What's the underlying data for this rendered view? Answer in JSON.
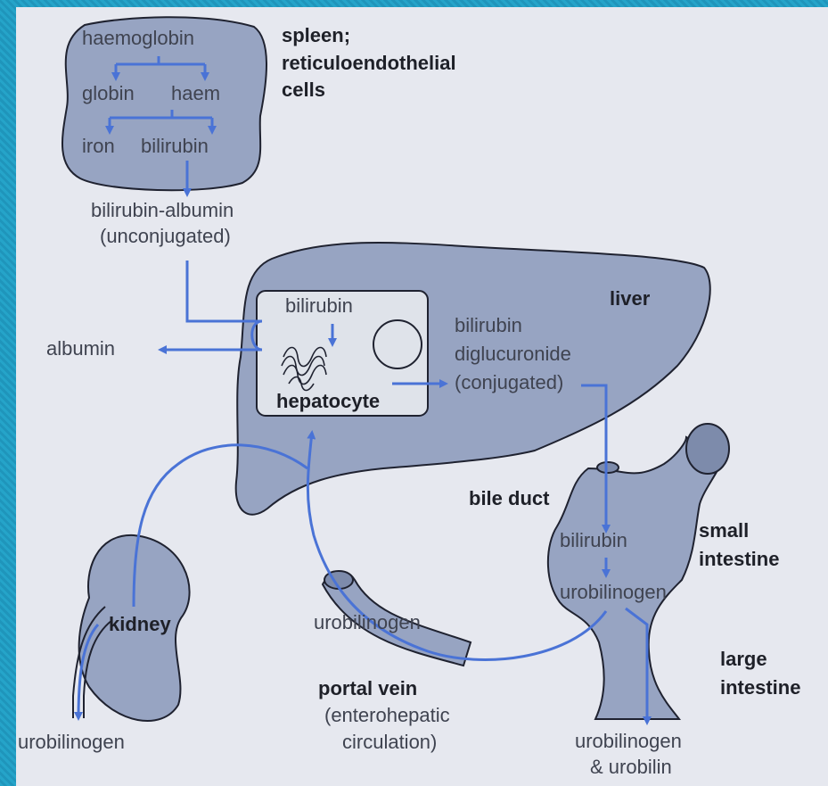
{
  "spleen": {
    "title_line1": "spleen;",
    "title_line2": "reticuloendothelial",
    "title_line3": "cells",
    "haemoglobin": "haemoglobin",
    "globin": "globin",
    "haem": "haem",
    "iron": "iron",
    "bilirubin": "bilirubin"
  },
  "transport": {
    "complex_line1": "bilirubin-albumin",
    "complex_line2": "(unconjugated)",
    "albumin": "albumin"
  },
  "liver": {
    "title": "liver",
    "cell_bilirubin": "bilirubin",
    "hepatocyte": "hepatocyte",
    "conjugated_line1": "bilirubin",
    "conjugated_line2": "diglucuronide",
    "conjugated_line3": "(conjugated)"
  },
  "bile_duct": "bile duct",
  "intestine": {
    "small_line1": "small",
    "small_line2": "intestine",
    "bilirubin": "bilirubin",
    "urobilinogen": "urobilinogen",
    "large_line1": "large",
    "large_line2": "intestine",
    "output_line1": "urobilinogen",
    "output_line2": "& urobilin"
  },
  "portal": {
    "urobilinogen": "urobilinogen",
    "title": "portal vein",
    "sub_line1": "(enterohepatic",
    "sub_line2": "circulation)"
  },
  "kidney": {
    "title": "kidney",
    "output": "urobilinogen"
  },
  "colors": {
    "organ_fill": "#97a4c2",
    "arrow": "#4a73d6",
    "outline": "#1f2230",
    "background": "#e6e8ef"
  }
}
